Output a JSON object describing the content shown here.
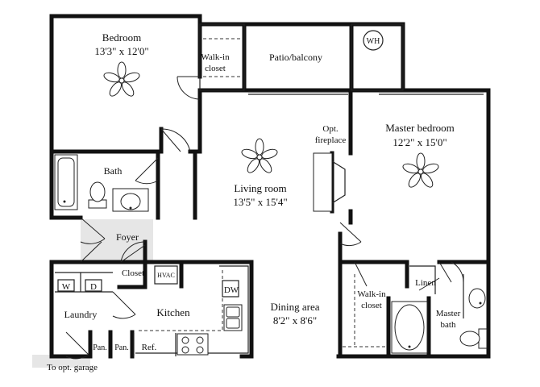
{
  "rooms": {
    "bedroom": {
      "name": "Bedroom",
      "dims": "13'3\" x 12'0\""
    },
    "walkin_closet_1": {
      "line1": "Walk-in",
      "line2": "closet"
    },
    "patio": {
      "name": "Patio/balcony"
    },
    "water_heater": {
      "name": "WH"
    },
    "master_bedroom": {
      "name": "Master bedroom",
      "dims": "12'2\" x 15'0\""
    },
    "fireplace": {
      "line1": "Opt.",
      "line2": "fireplace"
    },
    "bath": {
      "name": "Bath"
    },
    "living_room": {
      "name": "Living room",
      "dims": "13'5\" x 15'4\""
    },
    "foyer": {
      "name": "Foyer"
    },
    "closet": {
      "name": "Closet"
    },
    "hvac": {
      "name": "HVAC"
    },
    "washer": {
      "name": "W"
    },
    "dryer": {
      "name": "D"
    },
    "dishwasher": {
      "name": "DW"
    },
    "kitchen": {
      "name": "Kitchen"
    },
    "laundry": {
      "name": "Laundry"
    },
    "pantry_1": {
      "name": "Pan."
    },
    "pantry_2": {
      "name": "Pan."
    },
    "refrigerator": {
      "name": "Ref."
    },
    "dining_area": {
      "name": "Dining area",
      "dims": "8'2\" x 8'6\""
    },
    "walkin_closet_2": {
      "line1": "Walk-in",
      "line2": "closet"
    },
    "linen": {
      "name": "Linen"
    },
    "master_bath": {
      "line1": "Master",
      "line2": "bath"
    }
  },
  "garage_note": "To opt. garage",
  "colors": {
    "walls": "#111111",
    "ground_shade": "#e6e6e6",
    "background": "#ffffff"
  },
  "icons": [
    "ceiling-fan-icon",
    "bathtub-icon",
    "toilet-icon",
    "sink-icon",
    "stove-icon",
    "door-swing-icon"
  ]
}
